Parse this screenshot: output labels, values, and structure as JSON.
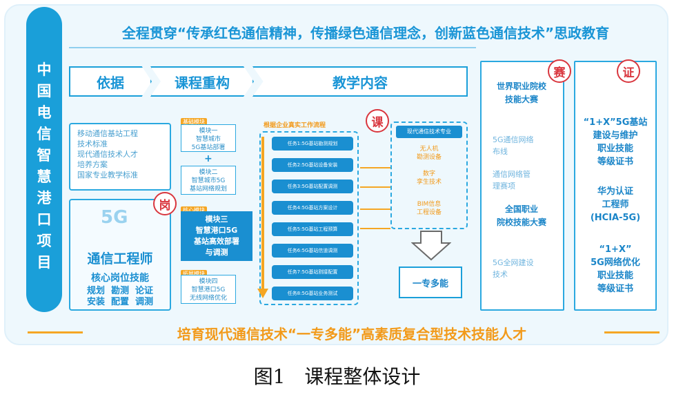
{
  "vertical_title": [
    "中",
    "国",
    "电",
    "信",
    "智",
    "慧",
    "港",
    "口",
    "项",
    "目"
  ],
  "top_banner": "全程贯穿“传承红色通信精神，传播绿色通信理念，创新蓝色通信技术”思政教育",
  "chevrons": [
    "依据",
    "课程重构",
    "教学内容"
  ],
  "basis": {
    "lines": [
      "移动通信基站工程",
      "技术标准",
      "现代通信技术人才",
      "培养方案",
      "国家专业教学标准"
    ],
    "job_title": "通信工程师",
    "skills_title": "核心岗位技能",
    "skills_lines": [
      "规划  勘测  论证",
      "安装  配置  调测"
    ],
    "badge_5g": "5G"
  },
  "modules": [
    {
      "tag": "基础模块",
      "text": [
        "模块一",
        "智慧城市",
        "5G基站部署"
      ],
      "style": "plain"
    },
    {
      "tag": "",
      "text": [
        "模块二",
        "智慧城市5G",
        "基站网络规划"
      ],
      "style": "plain"
    },
    {
      "tag": "核心模块",
      "text": [
        "模块三",
        "智慧港口5G",
        "基站高效部署",
        "与调测"
      ],
      "style": "blue"
    },
    {
      "tag": "拓展模块",
      "text": [
        "模块四",
        "智慧港口5G",
        "无线网络优化"
      ],
      "style": "plain"
    }
  ],
  "plus_sign": "+",
  "content": {
    "header": "根据企业真实工作流程",
    "tasks": [
      "任务1:5G基站勘测规划",
      "任务2:5G基站设备安装",
      "任务3:5G基站配置调测",
      "任务4:5G基站方案设计",
      "任务5:5G基站工程预算",
      "任务6:5G基站信道调测",
      "任务7:5G基站割接配置",
      "任务8:5G基站业务测试"
    ],
    "resources_header": "现代通信技术专业",
    "resources": [
      [
        "无人机",
        "勘测设备"
      ],
      [
        "数字",
        "孪生技术"
      ],
      [
        "BIM信息",
        "工程设备"
      ]
    ],
    "result": "一专多能"
  },
  "seals": {
    "ke": "课",
    "gang": "岗",
    "sai": "赛",
    "zheng": "证"
  },
  "competitions": {
    "items": [
      {
        "text": [
          "世界职业院校",
          "技能大赛"
        ],
        "bold": true
      },
      {
        "text": [
          "5G通信网络",
          "布线"
        ],
        "bold": false
      },
      {
        "text": [
          "通信网络管",
          "理赛项"
        ],
        "bold": false
      },
      {
        "text": [
          "全国职业",
          "院校技能大赛"
        ],
        "bold": true
      },
      {
        "text": [
          "5G全网建设",
          "技术"
        ],
        "bold": false
      }
    ]
  },
  "certificates": {
    "items": [
      [
        "“1+X”5G基站",
        "建设与维护",
        "职业技能",
        "等级证书"
      ],
      [
        "华为认证",
        "工程师",
        "(HCIA-5G)"
      ],
      [
        "“1+X”",
        "5G网络优化",
        "职业技能",
        "等级证书"
      ]
    ]
  },
  "bottom_banner": "培育现代通信技术“一专多能”高素质复合型技术技能人才",
  "caption": "图1　课程整体设计",
  "colors": {
    "primary": "#1a9fd9",
    "accent": "#f5a623",
    "seal": "#d9363e"
  }
}
